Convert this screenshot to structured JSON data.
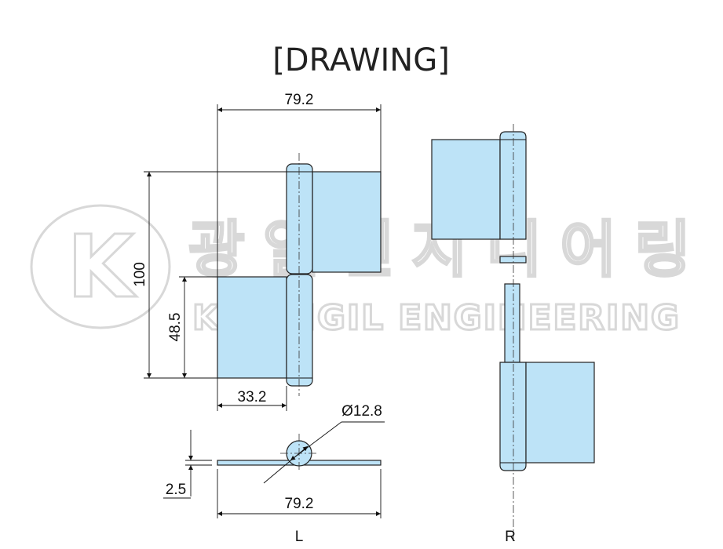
{
  "title": "[DRAWING]",
  "watermark": {
    "korean": "광일엔지니어링",
    "english": "KWANGIL ENGINEERING",
    "logo_letter": "K"
  },
  "dimensions": {
    "top_width": "79.2",
    "height_total": "100",
    "height_lower": "48.5",
    "leaf_width": "33.2",
    "pin_diameter": "Ø12.8",
    "thickness": "2.5",
    "bottom_width": "79.2"
  },
  "views": {
    "left_label": "L",
    "right_label": "R"
  },
  "colors": {
    "part_fill": "#bde3f7"
  }
}
